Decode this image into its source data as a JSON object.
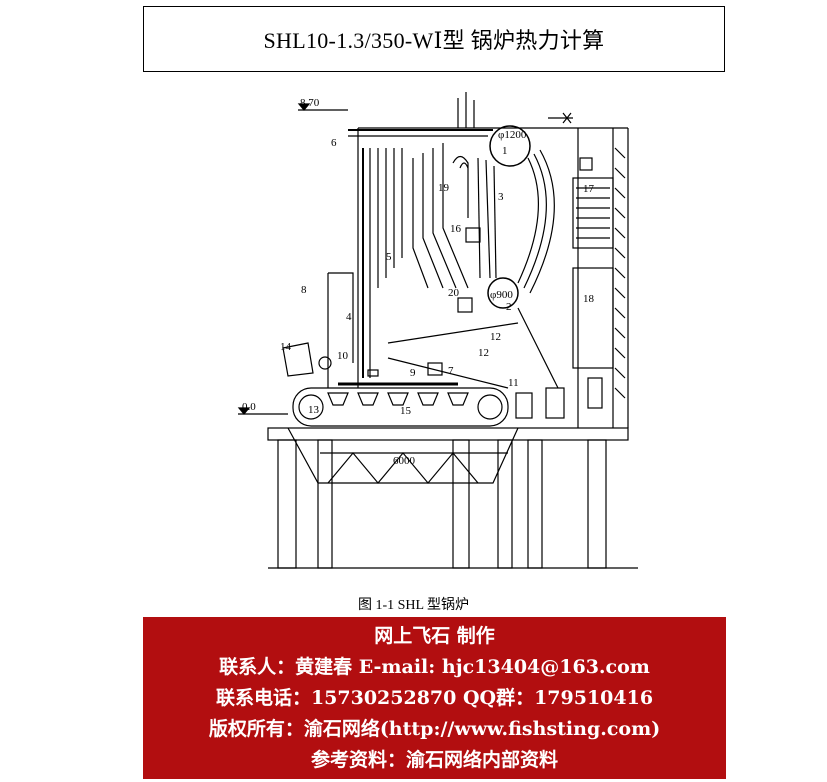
{
  "header": {
    "title": "SHL10-1.3/350-WⅠ型 锅炉热力计算"
  },
  "figure": {
    "elevations": [
      "8.70",
      "0.0"
    ],
    "dimension": "6000",
    "diameters": [
      "φ1200",
      "φ900"
    ],
    "part_labels": [
      "1",
      "2",
      "3",
      "4",
      "5",
      "6",
      "7",
      "8",
      "9",
      "10",
      "11",
      "12",
      "12",
      "13",
      "14",
      "15",
      "16",
      "17",
      "18",
      "19",
      "20"
    ],
    "caption": "图 1-1   SHL 型锅炉"
  },
  "banner": {
    "lines": [
      "网上飞石 制作",
      "联系人：黄建春 E-mail: hjc13404@163.com",
      "联系电话：15730252870  QQ群：179510416",
      "版权所有：渝石网络(http://www.fishsting.com)",
      "参考资料：渝石网络内部资料"
    ],
    "color": "#b20e10"
  }
}
